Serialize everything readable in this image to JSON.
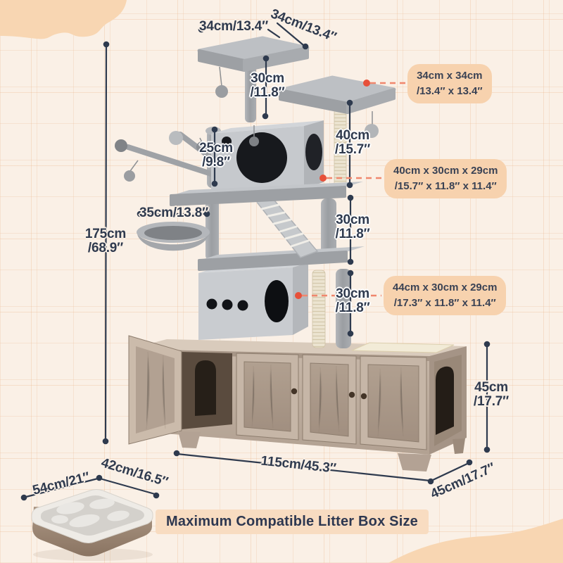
{
  "page": {
    "banner": "Maximum Compatible Litter Box Size"
  },
  "dimensions": {
    "top_width_left": "34cm/13.4″",
    "top_width_right": "34cm/13.4″",
    "top_post": {
      "l1": "30cm",
      "l2": "/11.8″"
    },
    "branch_post": {
      "l1": "25cm",
      "l2": "/9.8″"
    },
    "upper_post": {
      "l1": "40cm",
      "l2": "/15.7″"
    },
    "hammock_width": "35cm/13.8″",
    "total_height": {
      "l1": "175cm",
      "l2": "/68.9″"
    },
    "mid_post": {
      "l1": "30cm",
      "l2": "/11.8″"
    },
    "lower_post": {
      "l1": "30cm",
      "l2": "/11.8″"
    },
    "cabinet_height": {
      "l1": "45cm",
      "l2": "/17.7″"
    },
    "cabinet_width": "115cm/45.3″",
    "cabinet_depth": "45cm/17.7″",
    "litterbox_width": "54cm/21″",
    "litterbox_depth": "42cm/16.5″"
  },
  "badges": {
    "top_platform": {
      "l1": "34cm x 34cm",
      "l2": "/13.4″ x 13.4″"
    },
    "upper_condo": {
      "l1": "40cm x 30cm x 29cm",
      "l2": "/15.7″ x 11.8″ x 11.4″"
    },
    "lower_condo": {
      "l1": "44cm x 30cm x 29cm",
      "l2": "/17.3″ x 11.8″ x 11.4″"
    }
  },
  "colors": {
    "background": "#faf0e6",
    "grid": "#eab285",
    "blob_peach": "#f8d6b2",
    "badge_peach": "#f7d2ae",
    "banner_peach": "#f8dcc1",
    "ink_navy": "#2f3a4e",
    "highlight_red": "#e75039",
    "plush_grey": "#bdc0c4",
    "wood_greige": "#bfae9e"
  }
}
